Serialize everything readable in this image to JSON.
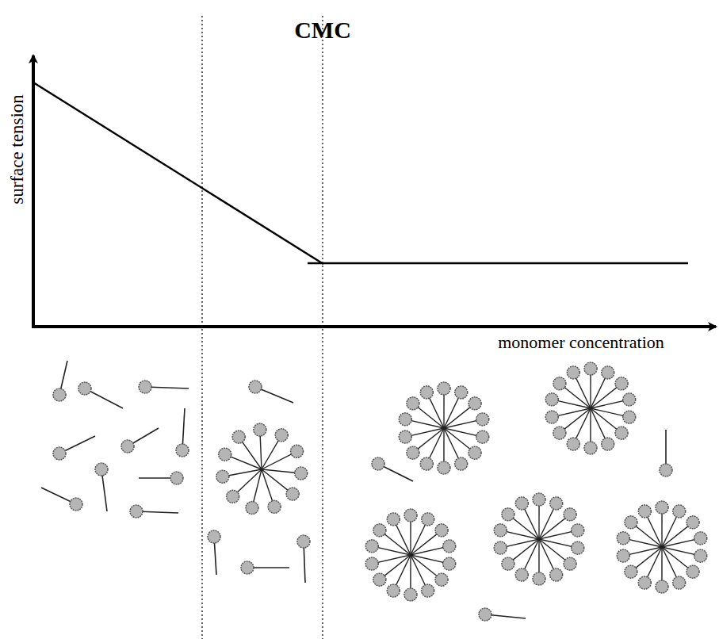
{
  "diagram": {
    "labels": [
      "CMC",
      "surface tension",
      "monomer concentration"
    ]
  }
}
